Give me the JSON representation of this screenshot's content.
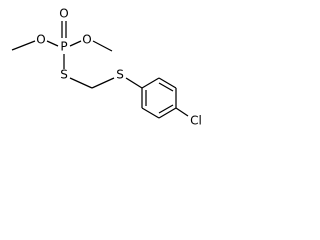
{
  "atoms": {
    "O_left": "O",
    "O_right": "O",
    "O_top": "O",
    "P": "P",
    "S_phosphoryl": "S",
    "S_thioether": "S",
    "Cl": "Cl"
  },
  "colors": {
    "bond": "#000000",
    "background": "#ffffff",
    "label": "#000000"
  }
}
